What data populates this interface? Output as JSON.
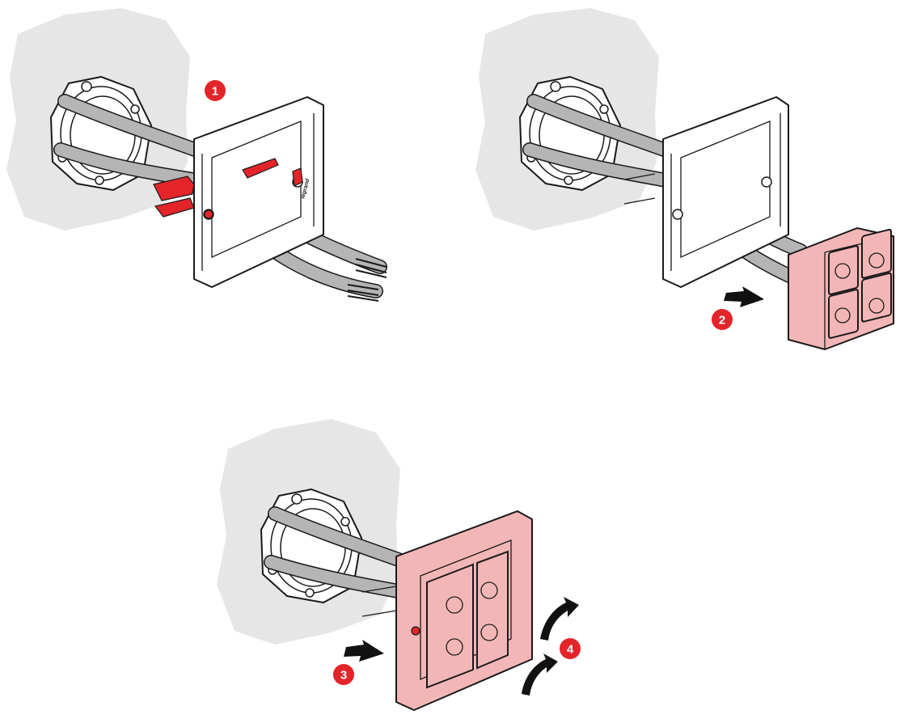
{
  "steps": [
    {
      "number": "1"
    },
    {
      "number": "2"
    },
    {
      "number": "3"
    },
    {
      "number": "4"
    }
  ],
  "brand_mark": "legrand",
  "colors": {
    "accent_red": "#e3252a",
    "module_pink": "#f3b6b6",
    "wall_gray": "#e6e6e6",
    "cable_gray": "#b5b5b5"
  }
}
